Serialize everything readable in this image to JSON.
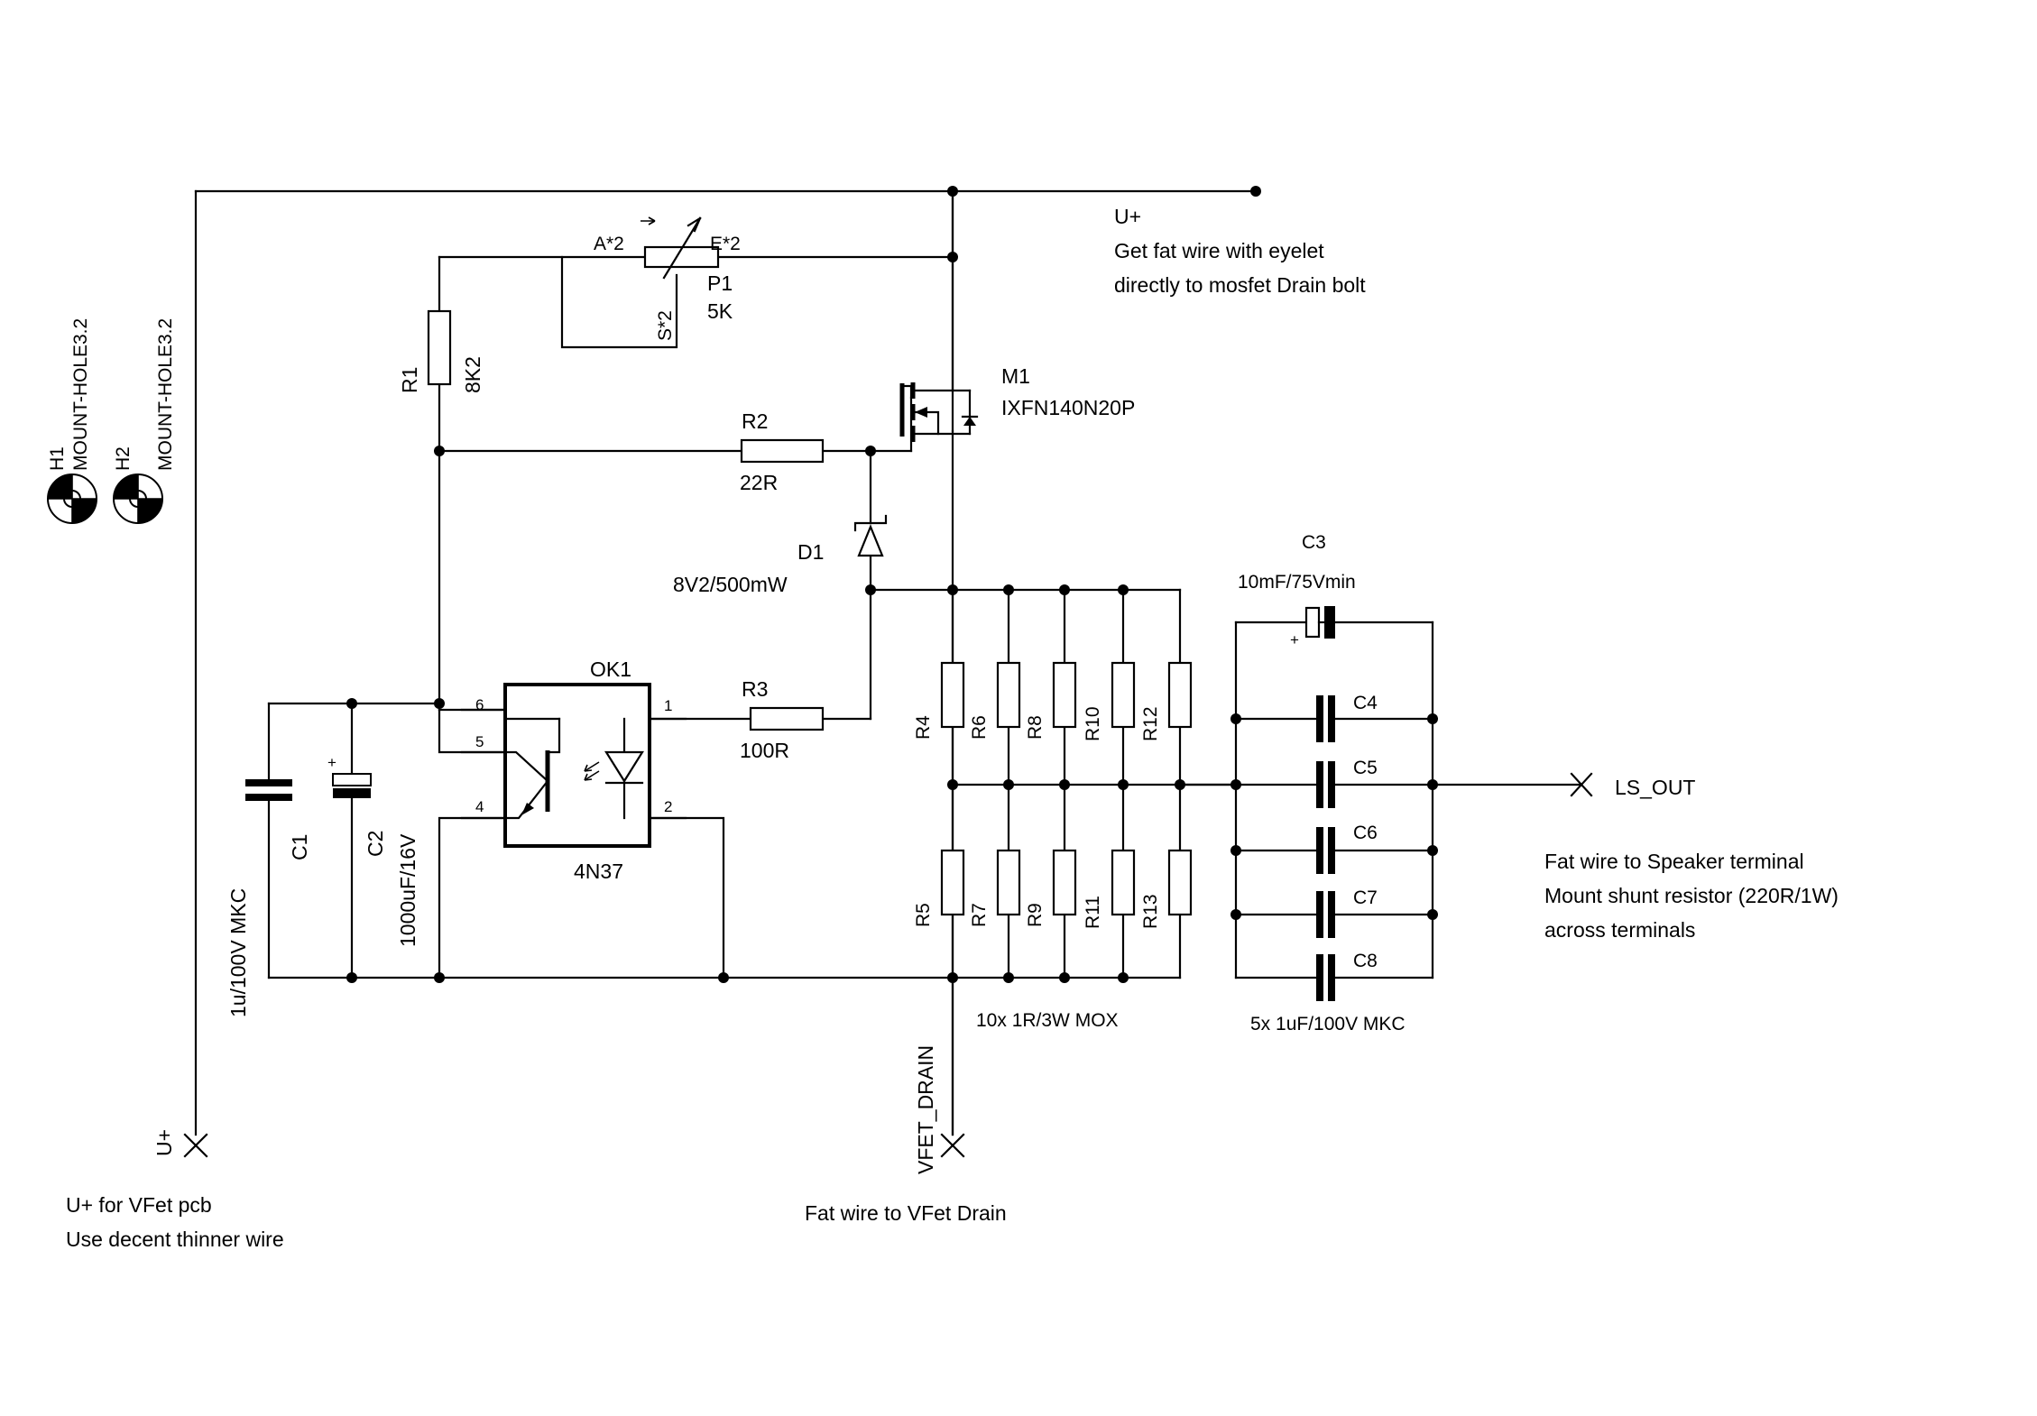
{
  "labels": {
    "h1": "H1",
    "h2": "H2",
    "mount1": "MOUNT-HOLE3.2",
    "mount2": "MOUNT-HOLE3.2",
    "u_plus_top": "U+",
    "note_top_1": "Get fat wire with eyelet",
    "note_top_2": "directly to mosfet Drain bolt",
    "p1_a": "A*2",
    "p1_e": "E*2",
    "p1_s": "S*2",
    "p1_name": "P1",
    "p1_value": "5K",
    "r1_name": "R1",
    "r1_value": "8K2",
    "m1_name": "M1",
    "m1_value": "IXFN140N20P",
    "r2_name": "R2",
    "r2_value": "22R",
    "d1_name": "D1",
    "d1_value": "8V2/500mW",
    "c3_name": "C3",
    "c3_value": "10mF/75Vmin",
    "ok1_name": "OK1",
    "ok1_value": "4N37",
    "pin6": "6",
    "pin5": "5",
    "pin4": "4",
    "pin1": "1",
    "pin2": "2",
    "r3_name": "R3",
    "r3_value": "100R",
    "c1_name": "C1",
    "c1_value": "1u/100V MKC",
    "c2_name": "C2",
    "c2_value": "1000uF/16V",
    "r4": "R4",
    "r5": "R5",
    "r6": "R6",
    "r7": "R7",
    "r8": "R8",
    "r9": "R9",
    "r10": "R10",
    "r11": "R11",
    "r12": "R12",
    "r13": "R13",
    "c4": "C4",
    "c5": "C5",
    "c6": "C6",
    "c7": "C7",
    "c8": "C8",
    "res_array": "10x 1R/3W MOX",
    "cap_array": "5x 1uF/100V MKC",
    "ls_out": "LS_OUT",
    "note_ls_1": "Fat wire to Speaker terminal",
    "note_ls_2": "Mount shunt resistor (220R/1W)",
    "note_ls_3": "across terminals",
    "u_plus_left": "U+",
    "note_left_1": "U+ for VFet pcb",
    "note_left_2": "Use decent thinner wire",
    "vfet_drain": "VFET_DRAIN",
    "note_drain": "Fat wire to VFet Drain",
    "cap_plus": "+"
  }
}
